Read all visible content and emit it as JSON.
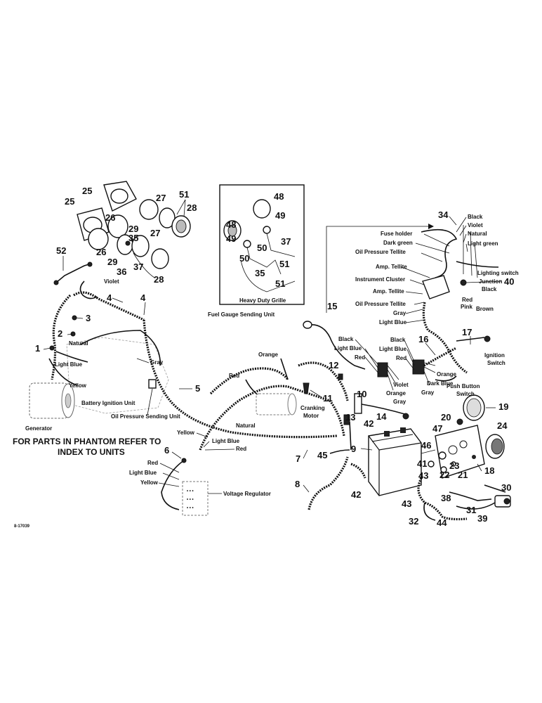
{
  "callouts": {
    "n1": "1",
    "n2": "2",
    "n3": "3",
    "n4a": "4",
    "n4b": "4",
    "n5": "5",
    "n6": "6",
    "n7": "7",
    "n8": "8",
    "n9": "9",
    "n10": "10",
    "n11": "11",
    "n12": "12",
    "n13": "13",
    "n14": "14",
    "n15": "15",
    "n16": "16",
    "n17": "17",
    "n18": "18",
    "n19": "19",
    "n20": "20",
    "n21": "21",
    "n22": "22",
    "n23": "23",
    "n24": "24",
    "n25a": "25",
    "n25b": "25",
    "n26a": "26",
    "n26b": "26",
    "n27a": "27",
    "n27b": "27",
    "n28a": "28",
    "n28b": "28",
    "n29a": "29",
    "n29b": "29",
    "n30": "30",
    "n31": "31",
    "n32": "32",
    "n34": "34",
    "n35a": "35",
    "n35b": "35",
    "n36": "36",
    "n37a": "37",
    "n37b": "37",
    "n38": "38",
    "n39": "39",
    "n40": "40",
    "n41": "41",
    "n42a": "42",
    "n42b": "42",
    "n43a": "43",
    "n43b": "43",
    "n44": "44",
    "n45": "45",
    "n46": "46",
    "n47": "47",
    "n48a": "48",
    "n48b": "48",
    "n49a": "49",
    "n49b": "49",
    "n50a": "50",
    "n50b": "50",
    "n51a": "51",
    "n51b": "51",
    "n51c": "51",
    "n52": "52"
  },
  "labels": {
    "violet": "Violet",
    "natural_left": "Natural",
    "light_blue_left": "Light Blue",
    "gray_left": "Gray",
    "yellow_left": "Yellow",
    "battery_ignition_unit": "Battery Ignition Unit",
    "oil_pressure_sending_unit": "Oil Pressure Sending Unit",
    "generator": "Generator",
    "phantom_note_line1": "FOR PARTS IN PHANTOM REFER TO",
    "phantom_note_line2": "INDEX TO UNITS",
    "red_vr": "Red",
    "light_blue_vr": "Light Blue",
    "yellow_vr": "Yellow",
    "voltage_regulator": "Voltage Regulator",
    "figure_code": "8-17039",
    "heavy_duty_grille": "Heavy Duty Grille",
    "fuel_gauge_sending_unit": "Fuel Gauge Sending Unit",
    "orange_mid": "Orange",
    "red_mid": "Red",
    "cranking_motor_line1": "Cranking",
    "cranking_motor_line2": "Motor",
    "natural_mid": "Natural",
    "yellow_mid": "Yellow",
    "light_blue_mid": "Light Blue",
    "red_mid2": "Red",
    "black_1": "Black",
    "violet_r": "Violet",
    "natural_r": "Natural",
    "light_green": "Light green",
    "fuse_holder": "Fuse holder",
    "dark_green": "Dark green",
    "oil_pressure_tellite_1": "Oil Pressure Tellite",
    "amp_tellite_1": "Amp. Tellite",
    "lighting_switch": "Lighting switch",
    "instrument_cluster": "Instrument Cluster",
    "junction": "Junction",
    "black_2": "Black",
    "amp_tellite_2": "Amp. Tellite",
    "red_r": "Red",
    "oil_pressure_tellite_2": "Oil Pressure Tellite",
    "pink": "Pink",
    "brown": "Brown",
    "gray_r": "Gray",
    "light_blue_r": "Light Blue",
    "black_c1": "Black",
    "light_blue_c1": "Light Blue",
    "red_c1": "Red",
    "black_c2": "Black",
    "light_blue_c2": "Light Blue",
    "red_c2": "Red",
    "violet_c": "Violet",
    "orange_c1": "Orange",
    "orange_c2": "Orange",
    "dark_blue": "Dark Blue",
    "gray_c": "Gray",
    "gray_14": "Gray",
    "ignition_switch_line1": "Ignition",
    "ignition_switch_line2": "Switch",
    "push_button_line1": "Push Button",
    "push_button_line2": "Switch"
  }
}
